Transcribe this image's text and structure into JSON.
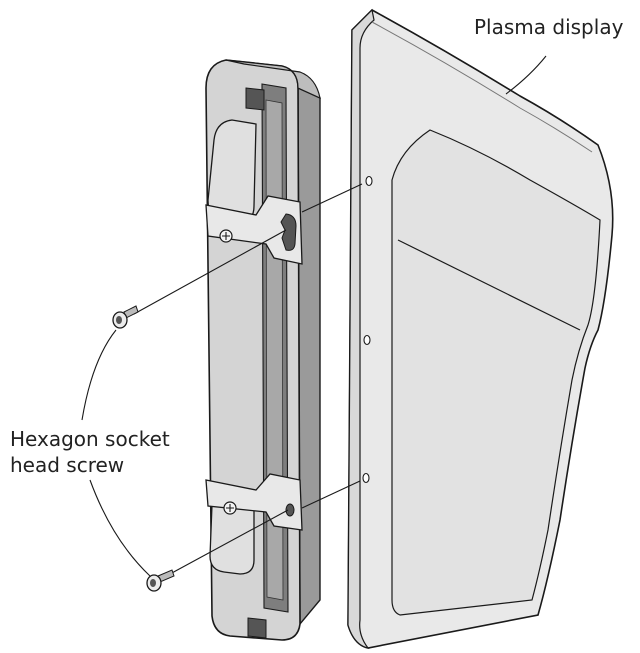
{
  "labels": {
    "plasma_display": "Plasma display",
    "screw_line1": "Hexagon socket",
    "screw_line2": "head screw"
  },
  "colors": {
    "panel_fill": "#ececec",
    "bar_fill": "#d2d2d2",
    "bar_dark": "#9a9a9a",
    "outline": "#1a1a1a"
  }
}
